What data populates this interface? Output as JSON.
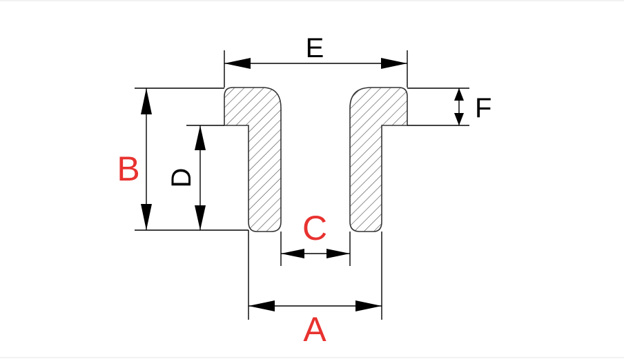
{
  "labels": {
    "a": "A",
    "b": "B",
    "c": "C",
    "d": "D",
    "e": "E",
    "f": "F"
  },
  "colors": {
    "highlight": "#e8322f",
    "line": "#000000",
    "hatch": "#555555",
    "background": "#ffffff"
  }
}
